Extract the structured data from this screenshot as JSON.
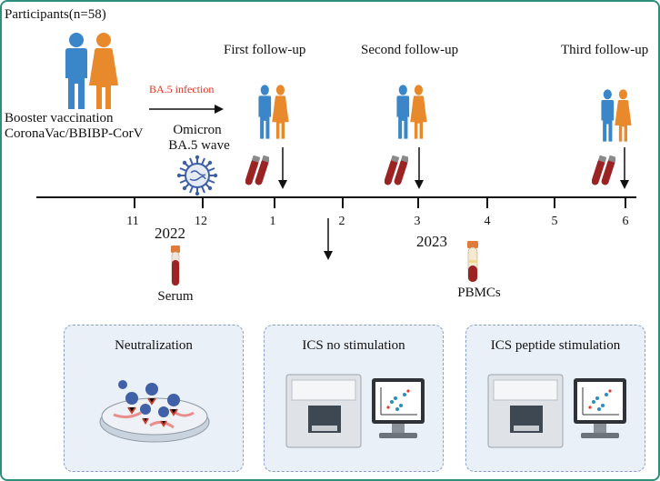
{
  "header": {
    "participants": "Participants(n=58)"
  },
  "vaccination": {
    "line1": "Booster vaccination",
    "line2": "CoronaVac/BBIBP-CorV"
  },
  "infection_label": "BA.5 infection",
  "omicron": {
    "line1": "Omicron",
    "line2": "BA.5 wave"
  },
  "followups": [
    "First follow-up",
    "Second follow-up",
    "Third follow-up"
  ],
  "timeline": {
    "ticks": [
      "11",
      "12",
      "1",
      "2",
      "3",
      "4",
      "5",
      "6"
    ],
    "years": [
      "2022",
      "2023"
    ]
  },
  "samples": {
    "serum": "Serum",
    "pbmcs": "PBMCs"
  },
  "assays": [
    "Neutralization",
    "ICS no stimulation",
    "ICS peptide stimulation"
  ],
  "colors": {
    "male": "#3a86c8",
    "female": "#e8892b",
    "border": "#2f8f7a",
    "blood": "#9b2323",
    "infection": "#e3321f"
  }
}
